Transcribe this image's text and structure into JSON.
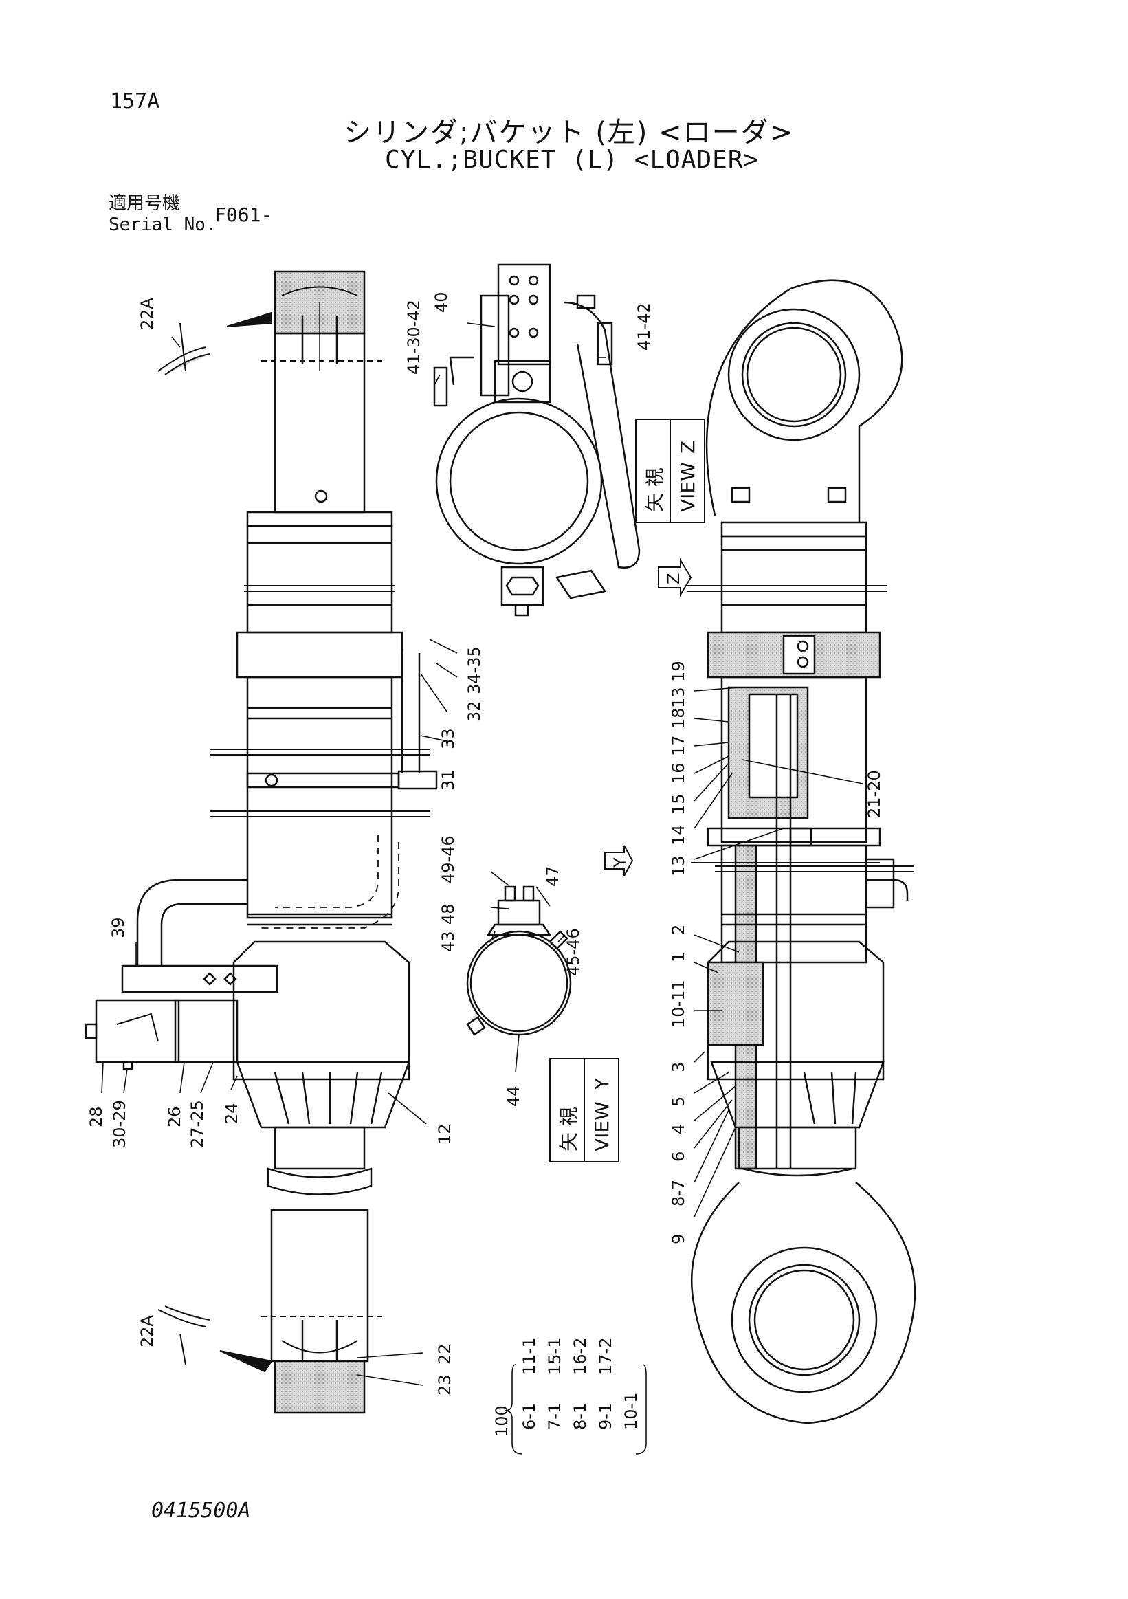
{
  "page_number": "157A",
  "title_jp": "シリンダ;バケット (左) <ローダ>",
  "title_en": "CYL.;BUCKET (L) <LOADER>",
  "serial": {
    "label_jp": "適用号機",
    "label_en": "Serial No.",
    "value": "F061-"
  },
  "doc_code": "0415500A",
  "view_z": {
    "jp": "矢 視",
    "en": "VIEW",
    "letter": "Z"
  },
  "view_y": {
    "jp": "矢 視",
    "en": "VIEW",
    "letter": "Y"
  },
  "arrow_z": "Z",
  "arrow_y": "Y",
  "callouts": {
    "c22A_top": "22A",
    "c22A_bot": "22A",
    "c40": "40",
    "c41_30_42": "41-30-42",
    "c41_42": "41-42",
    "c34_35": "34-35",
    "c32": "32",
    "c33": "33",
    "c31": "31",
    "c49_46": "49-46",
    "c48": "48",
    "c43": "43",
    "c47": "47",
    "c45_46": "45-46",
    "c44": "44",
    "c39": "39",
    "c28": "28",
    "c30_29": "30-29",
    "c26": "26",
    "c27_25": "27-25",
    "c24": "24",
    "c12": "12",
    "c22": "22",
    "c23": "23",
    "c19": "13 19",
    "c18": "18",
    "c17": "17",
    "c16": "16",
    "c15": "15",
    "c14": "14",
    "c13": "13",
    "c21_20": "21-20",
    "c2": "2",
    "c1": "1",
    "c10_11": "10-11",
    "c3": "3",
    "c5": "5",
    "c4": "4",
    "c6": "6",
    "c8_7": "8-7",
    "c9": "9"
  },
  "kit": {
    "number": "100",
    "rows": [
      {
        "a": "6-1",
        "b": "11-1"
      },
      {
        "a": "7-1",
        "b": "15-1"
      },
      {
        "a": "8-1",
        "b": "16-2"
      },
      {
        "a": "9-1",
        "b": "17-2"
      },
      {
        "a": "10-1",
        "b": ""
      }
    ]
  }
}
